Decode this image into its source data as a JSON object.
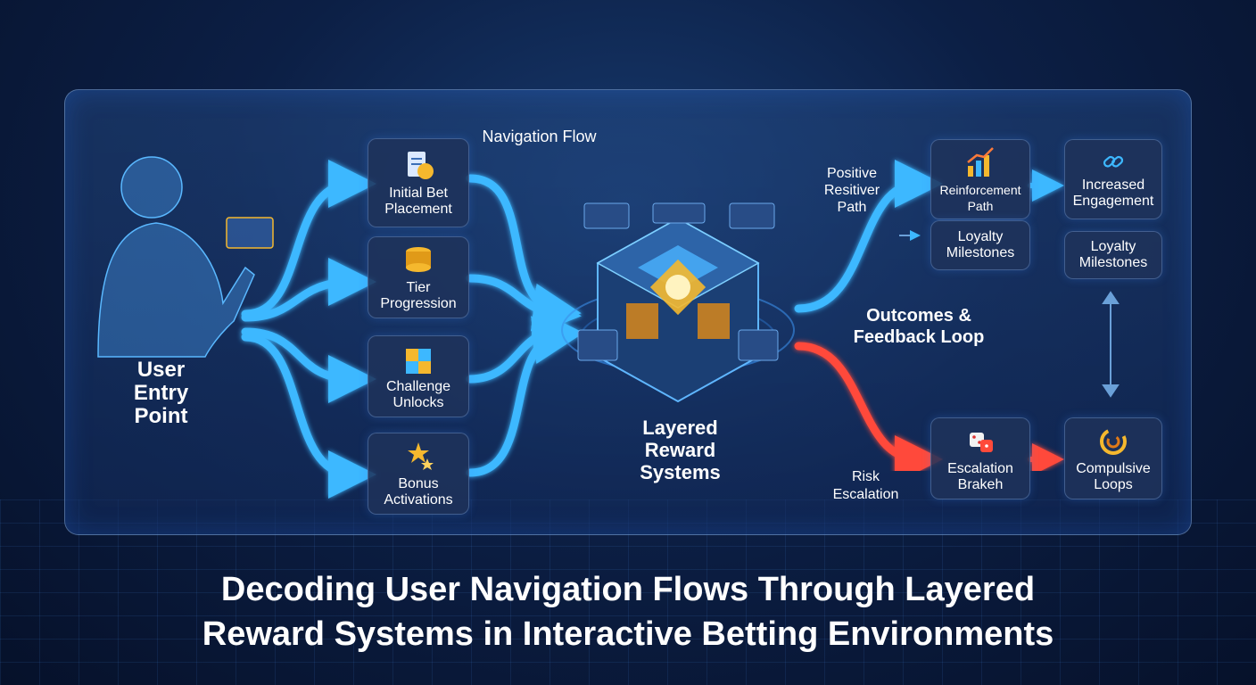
{
  "title": {
    "line1": "Decoding User Navigation Flows Through Layered",
    "line2": "Reward Systems in Interactive Betting Environments"
  },
  "user_entry": "User\nEntry\nPoint",
  "navigation_flow": "Navigation Flow",
  "nodes": {
    "initial_bet": "Initial Bet\nPlacement",
    "tier": "Tier\nProgression",
    "challenge": "Challenge\nUnlocks",
    "bonus": "Bonus\nActivations",
    "reinforcement": "Reinforcement\nPath",
    "loyalty1": "Loyalty\nMilestones",
    "engagement": "Increased\nEngagement",
    "loyalty2": "Loyalty\nMilestones",
    "escalation": "Escalation\nBrakeh",
    "compulsive": "Compulsive\nLoops"
  },
  "layered": "Layered\nReward\nSystems",
  "positive_path": "Positive\nResitiver\nPath",
  "outcomes": "Outcomes &\nFeedback Loop",
  "risk": "Risk\nEscalation",
  "colors": {
    "blue_arrow": "#3db8ff",
    "red_arrow": "#ff4a3a",
    "accent": "#f5b82e"
  }
}
